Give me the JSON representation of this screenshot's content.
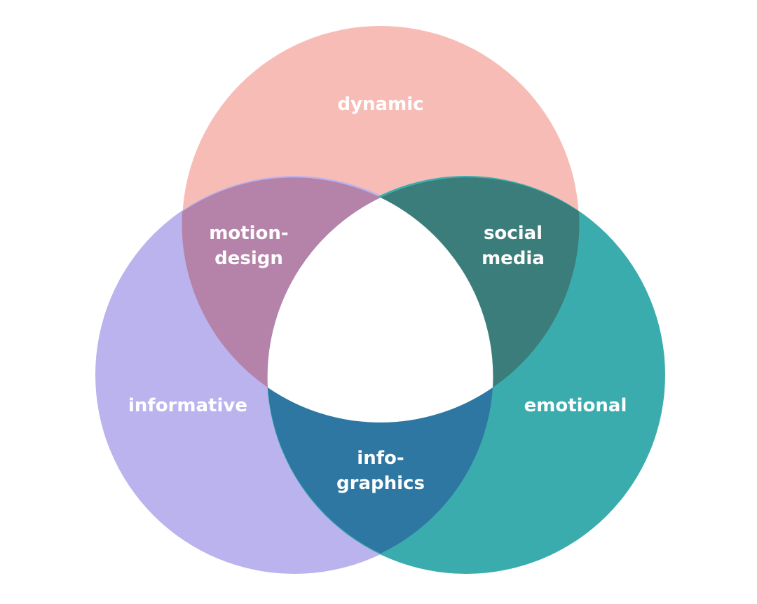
{
  "diagram": {
    "colors": {
      "dynamic": "#F8BCB6",
      "informative": "#BBB3EE",
      "emotional": "#3BACAE",
      "motion_design": "#B583A9",
      "social_media": "#3B7D7A",
      "infographics": "#2E77A2",
      "center": "#FFFFFF",
      "text": "#FFFFFF"
    },
    "circles": {
      "dynamic": "dynamic",
      "informative": "informative",
      "emotional": "emotional"
    },
    "overlaps": {
      "motion_design": [
        "motion-",
        "design"
      ],
      "social_media": [
        "social",
        "media"
      ],
      "infographics": [
        "info-",
        "graphics"
      ]
    }
  }
}
